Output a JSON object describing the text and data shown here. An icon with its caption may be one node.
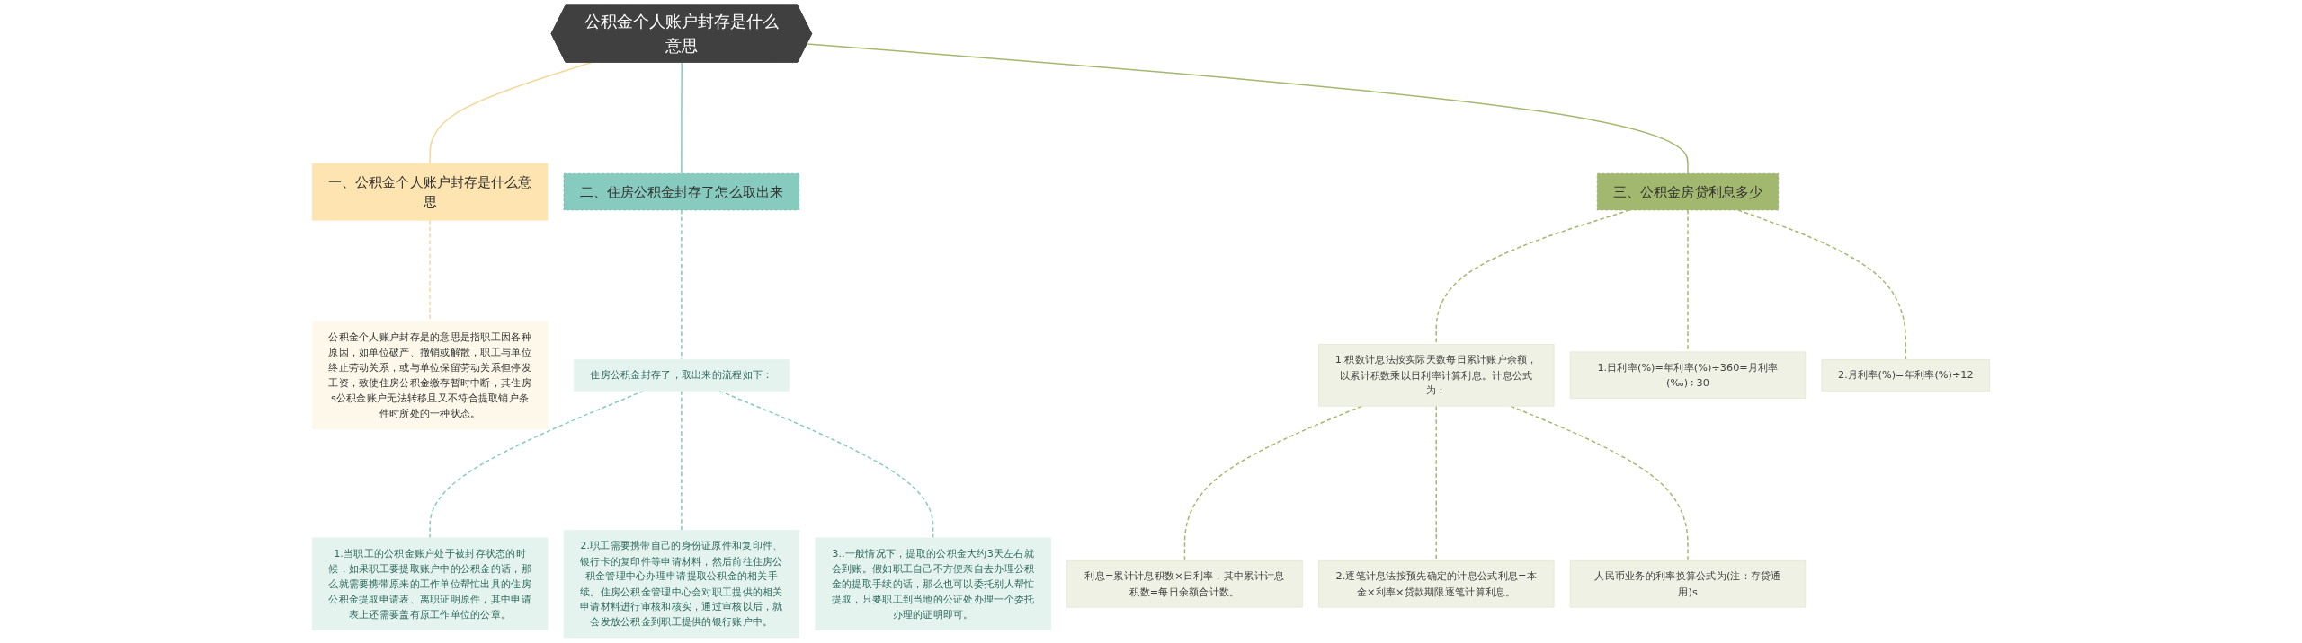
{
  "diagram": {
    "nodes": [
      {
        "text": [
          "公积金个人账户封存是什么意思"
        ]
      },
      {
        "text": [
          "一、公积金个人账户封存是什么意思"
        ]
      },
      {
        "text": [
          "公积金个人账户封存是的意思是指职工因各种原因，如单位破产、撤销或解散，职工与单位终止劳动关系，或与单位保留劳动关系但停发工资，致使住房公积金缴存暂时中断，其住房s公积金账户无法转移且又不符合提取销户条件时所处的一种状态。"
        ]
      },
      {
        "text": [
          "二、住房公积金封存了怎么取出来"
        ]
      },
      {
        "text": [
          "住房公积金封存了，取出来的流程如下："
        ]
      },
      {
        "text": [
          "1.当职工的公积金账户处于被封存状态的时候，如果职工要提取账户中的公积金的话，那么就需要携带原来的工作单位帮忙出具的住房公积金提取申请表、离职证明原件，其中申请表上还需要盖有原工作单位的公章。"
        ]
      },
      {
        "text": [
          "2.职工需要携带自己的身份证原件和复印件、银行卡的复印件等申请材料，然后前往住房公积金管理中心办理申请提取公积金的相关手续。住房公积金管理中心会对职工提供的相关申请材料进行审核和核实，通过审核以后，就会发放公积金到职工提供的银行账户中。"
        ]
      },
      {
        "text": [
          "3..一般情况下，提取的公积金大约3天左右就会到账。假如职工自己不方便亲自去办理公积金的提取手续的话，那么也可以委托别人帮忙提取，只要职工到当地的公证处办理一个委托办理的证明即可。"
        ]
      },
      {
        "text": [
          "三、公积金房贷利息多少"
        ]
      },
      {
        "text": [
          "1.积数计息法按实际天数每日累计账户余额，以累计积数乘以日利率计算利息。计息公式为："
        ]
      },
      {
        "text": [
          "利息=累计计息积数×日利率，其中累计计息积数=每日余额合计数。"
        ]
      },
      {
        "text": [
          "2.逐笔计息法按预先确定的计息公式利息=本金×利率×贷款期限逐笔计算利息。"
        ]
      },
      {
        "text": [
          "人民币业务的利率换算公式为(注：存贷通用)s"
        ]
      },
      {
        "text": [
          "1.日利率(%)=年利率(%)÷360=月利率(‰)÷30"
        ]
      },
      {
        "text": [
          "2.月利率(%)=年利率(%)÷12"
        ]
      }
    ],
    "edges": [
      {
        "from": 0,
        "to": 1,
        "arrow": "none",
        "color": "#f3d89a"
      },
      {
        "from": 1,
        "to": 2,
        "arrow": "none",
        "style": "dashed",
        "color": "#f3d89a"
      },
      {
        "from": 0,
        "to": 3,
        "arrow": "none",
        "color": "#86cbbd"
      },
      {
        "from": 3,
        "to": 4,
        "arrow": "none",
        "style": "dashed",
        "color": "#86cbbd"
      },
      {
        "from": 4,
        "to": 5,
        "arrow": "none",
        "style": "dashed",
        "color": "#86cbbd"
      },
      {
        "from": 4,
        "to": 6,
        "arrow": "none",
        "style": "dashed",
        "color": "#86cbbd"
      },
      {
        "from": 4,
        "to": 7,
        "arrow": "none",
        "style": "dashed",
        "color": "#86cbbd"
      },
      {
        "from": 0,
        "to": 8,
        "arrow": "none"
      },
      {
        "from": 8,
        "to": 9,
        "arrow": "none",
        "style": "dashed"
      },
      {
        "from": 9,
        "to": 10,
        "arrow": "none",
        "style": "dashed"
      },
      {
        "from": 9,
        "to": 11,
        "arrow": "none",
        "style": "dashed"
      },
      {
        "from": 9,
        "to": 12,
        "arrow": "none",
        "style": "dashed"
      },
      {
        "from": 8,
        "to": 13,
        "arrow": "none",
        "style": "dashed"
      },
      {
        "from": 8,
        "to": 14,
        "arrow": "none",
        "style": "dashed"
      }
    ]
  }
}
